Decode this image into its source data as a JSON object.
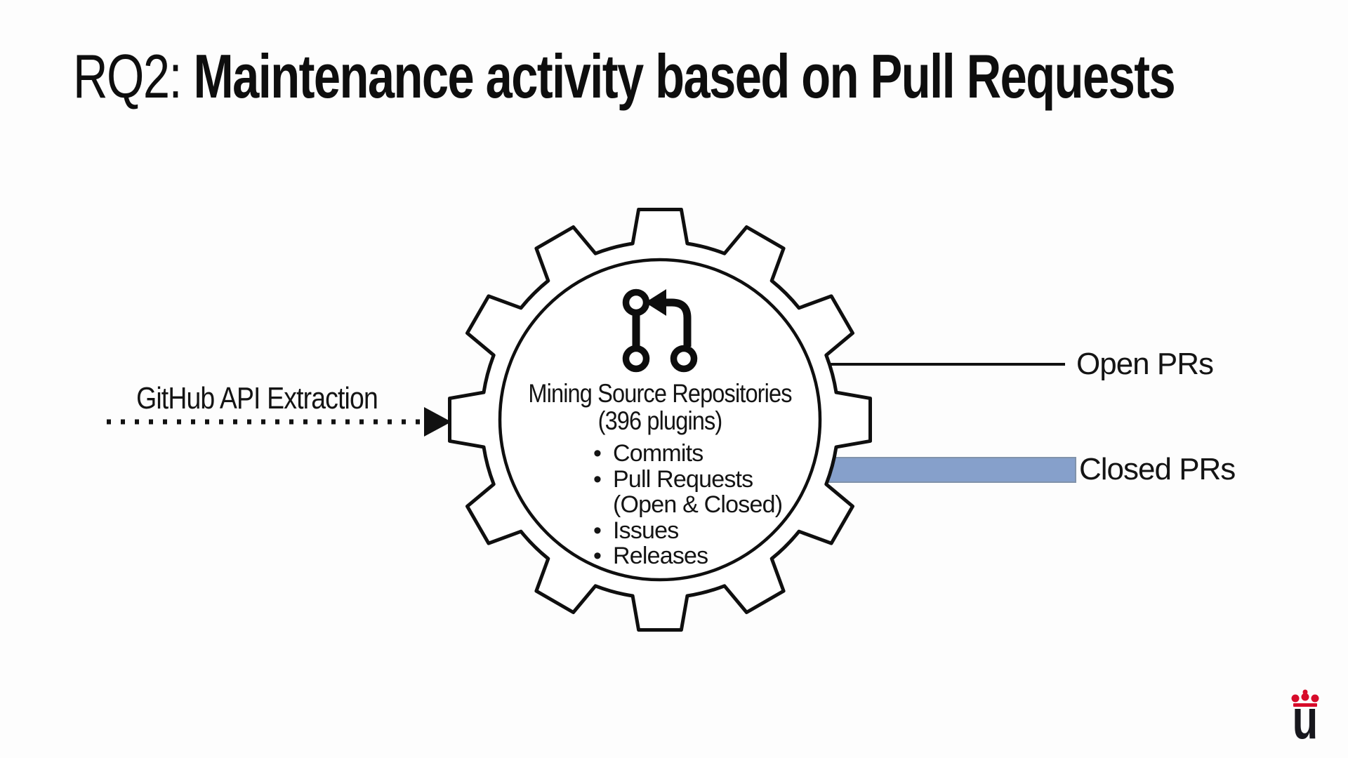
{
  "slide": {
    "title": {
      "prefix": "RQ2: ",
      "main": "Maintenance activity based on Pull Requests"
    },
    "left_flow": {
      "label": "GitHub API Extraction"
    },
    "gear": {
      "heading": "Mining Source Repositories",
      "subheading": "(396 plugins)",
      "bullet_lines": [
        "Commits",
        "Pull Requests",
        "(Open & Closed)",
        "Issues",
        "Releases"
      ]
    },
    "outputs": {
      "open": {
        "label": "Open PRs"
      },
      "closed": {
        "label": "Closed PRs",
        "bar_color": "#86a0cb",
        "bar_border": "#8193ab"
      }
    },
    "logo": {
      "letter": "u",
      "crown_color": "#d70b2a",
      "letter_color": "#17171d"
    }
  }
}
